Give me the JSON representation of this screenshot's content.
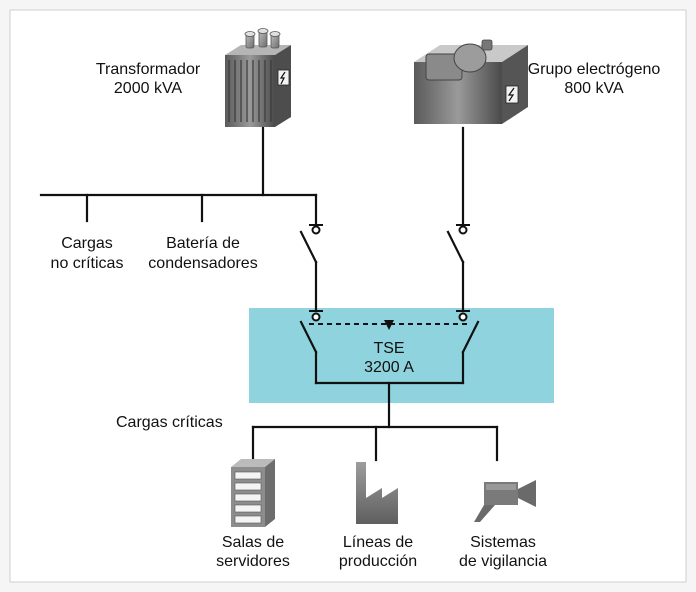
{
  "sources": {
    "transformer": {
      "name": "Transformador",
      "rating": "2000 kVA",
      "icon": "transformer-icon"
    },
    "generator": {
      "name": "Grupo electrógeno",
      "rating": "800 kVA",
      "icon": "generator-icon"
    }
  },
  "branches": {
    "non_critical": {
      "line1": "Cargas",
      "line2": "no críticas"
    },
    "capacitors": {
      "line1": "Batería de",
      "line2": "condensadores"
    }
  },
  "ats": {
    "name": "TSE",
    "rating": "3200 A",
    "color": "#8ed3dd"
  },
  "critical": {
    "title": "Cargas críticas",
    "loads": [
      {
        "line1": "Salas de",
        "line2": "servidores",
        "icon": "server-rack-icon"
      },
      {
        "line1": "Líneas de",
        "line2": "producción",
        "icon": "factory-icon"
      },
      {
        "line1": "Sistemas",
        "line2": "de vigilancia",
        "icon": "camera-icon"
      }
    ]
  }
}
